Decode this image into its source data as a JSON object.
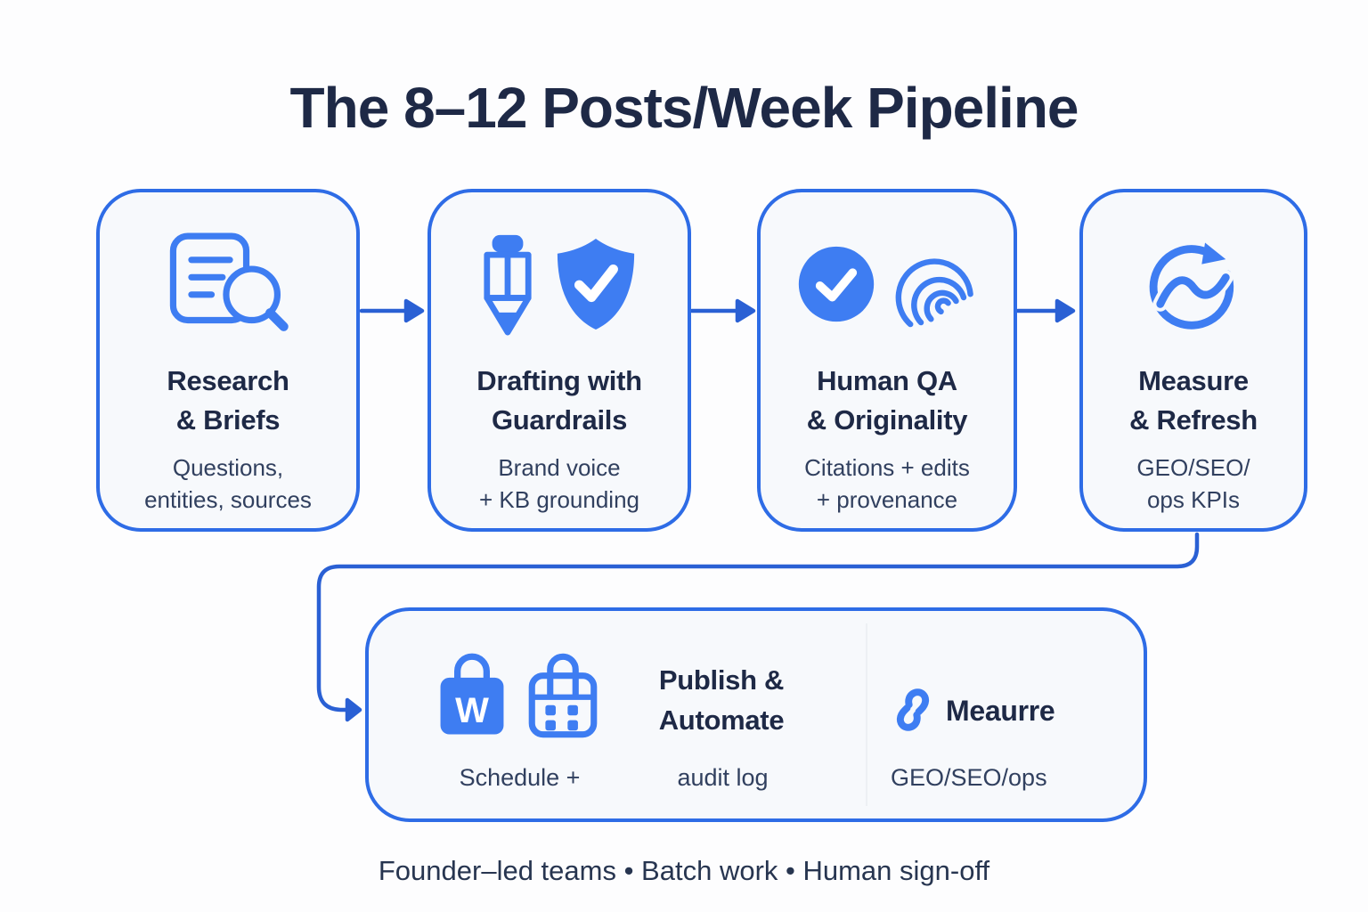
{
  "title": "The 8–12 Posts/Week Pipeline",
  "stages": [
    {
      "title": "Research\n& Briefs",
      "subtitle": "Questions,\nentities, sources",
      "icons": [
        "document-search-icon"
      ]
    },
    {
      "title": "Drafting with\nGuardrails",
      "subtitle": "Brand voice\n+ KB grounding",
      "icons": [
        "pencil-icon",
        "shield-check-icon"
      ]
    },
    {
      "title": "Human QA\n& Originality",
      "subtitle": "Citations + edits\n+ provenance",
      "icons": [
        "check-circle-icon",
        "fingerprint-icon"
      ]
    },
    {
      "title": "Measure\n& Refresh",
      "subtitle": "GEO/SEO/\nops KPIs",
      "icons": [
        "refresh-chart-icon"
      ]
    }
  ],
  "publish": {
    "title": "Publish &\nAutomate",
    "icons": [
      "shopping-bag-w-icon",
      "tote-calendar-icon"
    ],
    "bag_letter": "W",
    "captions": [
      "Schedule +",
      "audit log"
    ]
  },
  "measure": {
    "icon": "link-icon",
    "title": "Meaurre",
    "subtitle": "GEO/SEO/ops"
  },
  "footer": "Founder–led teams • Batch work • Human sign-off",
  "colors": {
    "accent_border": "#2e6ce6",
    "arrow": "#2a60d4",
    "icon_fill": "#3e7df2",
    "title_text": "#1e2946",
    "body_text": "#31405f",
    "card_background": "#f7f9fc"
  }
}
